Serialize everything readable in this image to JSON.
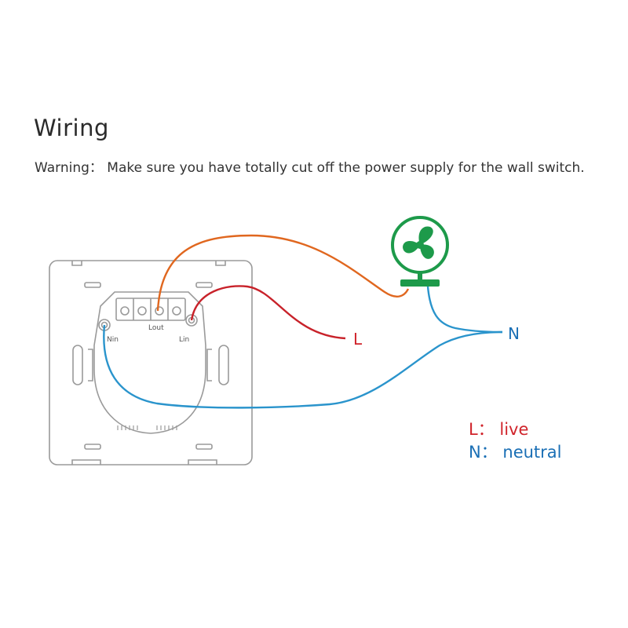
{
  "title": "Wiring",
  "warning": "Warning： Make sure you have totally cut off the power supply for the wall switch.",
  "terminals": {
    "lout": "Lout",
    "lin": "Lin",
    "nin": "Nin"
  },
  "wire_labels": {
    "live": "L",
    "neutral": "N"
  },
  "legend": [
    {
      "text": "L： live",
      "color": "#d0242b"
    },
    {
      "text": "N： neutral",
      "color": "#1a6fb5"
    }
  ],
  "colors": {
    "live": "#c8222a",
    "neutral": "#2a94cc",
    "load": "#e0671f",
    "fan": "#1d9a4a",
    "outline": "#9a9a9a"
  },
  "icons": [
    "fan-icon"
  ]
}
